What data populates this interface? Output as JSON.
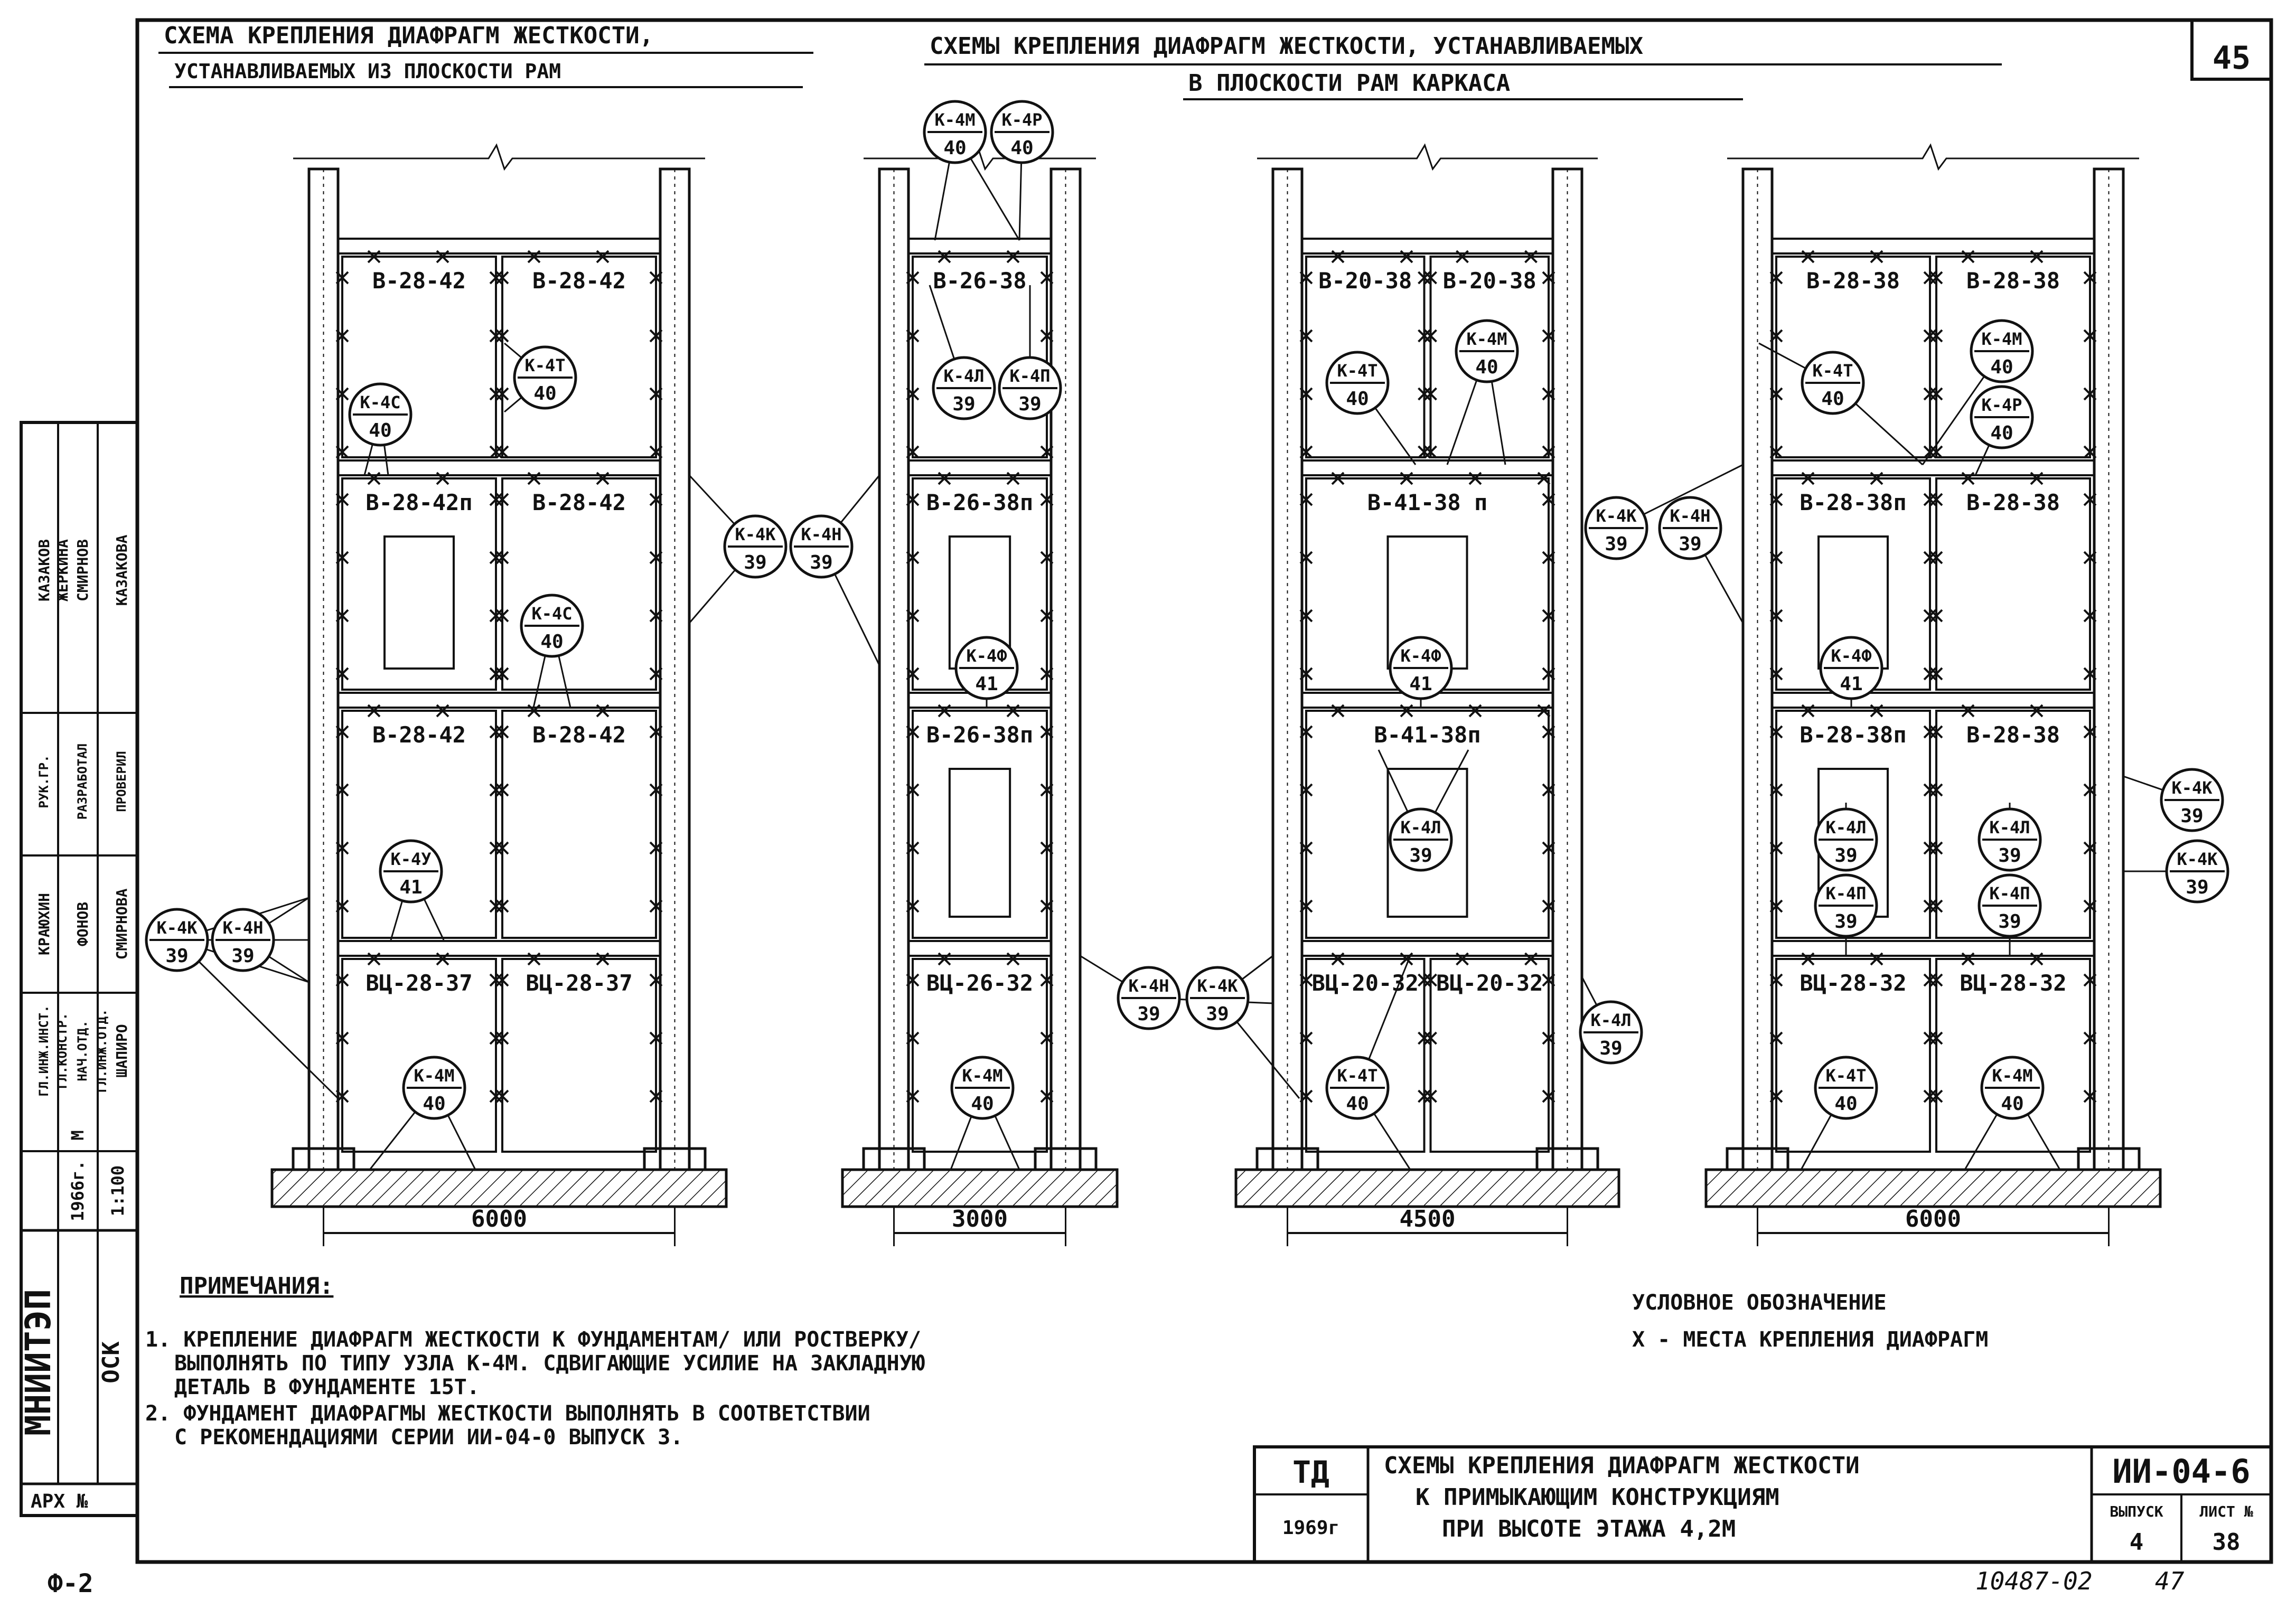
{
  "sheet": {
    "page_number": "45",
    "left_heading": [
      "СХЕМА КРЕПЛЕНИЯ ДИАФРАГМ ЖЕСТКОСТИ,",
      "УСТАНАВЛИВАЕМЫХ ИЗ ПЛОСКОСТИ РАМ"
    ],
    "right_heading": [
      "СХЕМЫ КРЕПЛЕНИЯ ДИАФРАГМ ЖЕСТКОСТИ, УСТАНАВЛИВАЕМЫХ",
      "В ПЛОСКОСТИ РАМ КАРКАСА"
    ],
    "footer_left": "Ф-2",
    "footer_right_code": "10487-02",
    "footer_right_num": "47"
  },
  "frames": [
    {
      "span": "6000",
      "panels": [
        [
          "В-28-42",
          "В-28-42"
        ],
        [
          "В-28-42п",
          "В-28-42"
        ],
        [
          "В-28-42",
          "В-28-42"
        ],
        [
          "ВЦ-28-37",
          "ВЦ-28-37"
        ]
      ],
      "nodes": [
        {
          "code": "К-4С",
          "sheet": "40"
        },
        {
          "code": "К-4Т",
          "sheet": "40"
        },
        {
          "code": "К-4С",
          "sheet": "40"
        },
        {
          "code": "К-4У",
          "sheet": "41"
        },
        {
          "code": "К-4К",
          "sheet": "39"
        },
        {
          "code": "К-4Н",
          "sheet": "39"
        },
        {
          "code": "К-4М",
          "sheet": "40"
        }
      ]
    },
    {
      "span": "3000",
      "panels": [
        [
          "В-26-38"
        ],
        [
          "В-26-38п"
        ],
        [
          "В-26-38п"
        ],
        [
          "ВЦ-26-32"
        ]
      ],
      "nodes": [
        {
          "code": "К-4М",
          "sheet": "40"
        },
        {
          "code": "К-4Р",
          "sheet": "40"
        },
        {
          "code": "К-4Л",
          "sheet": "39"
        },
        {
          "code": "К-4П",
          "sheet": "39"
        },
        {
          "code": "К-4К",
          "sheet": "39"
        },
        {
          "code": "К-4Н",
          "sheet": "39"
        },
        {
          "code": "К-4Ф",
          "sheet": "41"
        },
        {
          "code": "К-4М",
          "sheet": "40"
        }
      ]
    },
    {
      "span": "4500",
      "panels": [
        [
          "В-20-38",
          "В-20-38"
        ],
        [
          "В-41-38 п"
        ],
        [
          "В-41-38п"
        ],
        [
          "ВЦ-20-32",
          "ВЦ-20-32"
        ]
      ],
      "nodes": [
        {
          "code": "К-4Т",
          "sheet": "40"
        },
        {
          "code": "К-4М",
          "sheet": "40"
        },
        {
          "code": "К-4Ф",
          "sheet": "41"
        },
        {
          "code": "К-4Л",
          "sheet": "39"
        },
        {
          "code": "К-4Н",
          "sheet": "39"
        },
        {
          "code": "К-4К",
          "sheet": "39"
        },
        {
          "code": "К-4Л",
          "sheet": "39"
        },
        {
          "code": "К-4Т",
          "sheet": "40"
        }
      ]
    },
    {
      "span": "6000",
      "panels": [
        [
          "В-28-38",
          "В-28-38"
        ],
        [
          "В-28-38п",
          "В-28-38"
        ],
        [
          "В-28-38п",
          "В-28-38"
        ],
        [
          "ВЦ-28-32",
          "ВЦ-28-32"
        ]
      ],
      "nodes": [
        {
          "code": "К-4Т",
          "sheet": "40"
        },
        {
          "code": "К-4М",
          "sheet": "40"
        },
        {
          "code": "К-4Р",
          "sheet": "40"
        },
        {
          "code": "К-4К",
          "sheet": "39"
        },
        {
          "code": "К-4Н",
          "sheet": "39"
        },
        {
          "code": "К-4Ф",
          "sheet": "41"
        },
        {
          "code": "К-4Л",
          "sheet": "39"
        },
        {
          "code": "К-4П",
          "sheet": "39"
        },
        {
          "code": "К-4Л",
          "sheet": "39"
        },
        {
          "code": "К-4П",
          "sheet": "39"
        },
        {
          "code": "К-4К",
          "sheet": "39"
        },
        {
          "code": "К-4К",
          "sheet": "39"
        },
        {
          "code": "К-4Т",
          "sheet": "40"
        },
        {
          "code": "К-4М",
          "sheet": "40"
        }
      ]
    }
  ],
  "notes": {
    "heading": "ПРИМЕЧАНИЯ:",
    "lines": [
      "1. КРЕПЛЕНИЕ ДИАФРАГМ ЖЕСТКОСТИ К ФУНДАМЕНТАМ/ ИЛИ РОСТВЕРКУ/",
      "ВЫПОЛНЯТЬ ПО ТИПУ УЗЛА К-4М. СДВИГАЮЩИЕ УСИЛИЕ НА ЗАКЛАДНУЮ",
      "ДЕТАЛЬ В ФУНДАМЕНТЕ 15Т.",
      "2. ФУНДАМЕНТ ДИАФРАГМЫ ЖЕСТКОСТИ ВЫПОЛНЯТЬ В СООТВЕТСТВИИ",
      "С РЕКОМЕНДАЦИЯМИ СЕРИИ ИИ-04-0 ВЫПУСК 3."
    ]
  },
  "legend": {
    "title": "УСЛОВНОЕ ОБОЗНАЧЕНИЕ",
    "line": "Х - МЕСТА КРЕПЛЕНИЯ ДИАФРАГМ"
  },
  "title_block": {
    "org": "ТД",
    "year": "1969г",
    "title": [
      "СХЕМЫ КРЕПЛЕНИЯ ДИАФРАГМ ЖЕСТКОСТИ",
      "К ПРИМЫКАЮЩИМ КОНСТРУКЦИЯМ",
      "ПРИ ВЫСОТЕ ЭТАЖА 4,2М"
    ],
    "series": "ИИ-04-6",
    "issue_label": "ВЫПУСК",
    "issue": "4",
    "sheet_label": "ЛИСТ №",
    "sheet": "38"
  },
  "stamp": {
    "org": "МНИИТЭП",
    "dept": "ОСК",
    "arch_label": "АРХ №",
    "year": "1966г.",
    "m_label": "М",
    "scale": "1:100",
    "roles": [
      "ГЛ.ИНЖ.ИНСТ.",
      "ГЛ.КОНСТР.",
      "НАЧ.ОТД.",
      "ГЛ.ИНЖ.ОТД.",
      "РУК.ГР.",
      "РАЗРАБОТАЛ",
      "ПРОВЕРИЛ"
    ],
    "names": [
      "КРАЮХИН",
      "ФОНОВ",
      "СМИРНОВА",
      "ШАПИРО",
      "КАЗАКОВ",
      "ЖЕРКИНА",
      "СМИРНОВ",
      "КАЗАКОВА"
    ]
  }
}
